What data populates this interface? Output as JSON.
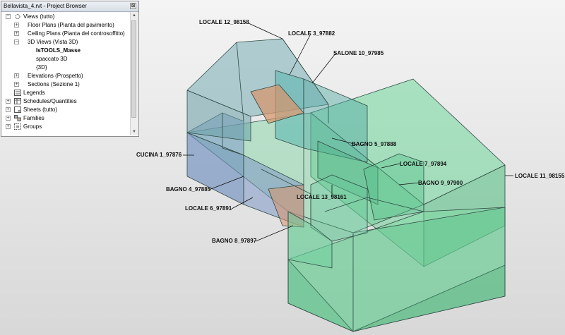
{
  "browser": {
    "title": "Bellavista_4.rvt - Project Browser",
    "close_glyph": "⊠",
    "tree": [
      {
        "label": "Views (tutto)",
        "expander": "−",
        "icon": "views-icon"
      },
      {
        "label": "Floor Plans (Pianta del pavimento)",
        "expander": "+"
      },
      {
        "label": "Ceiling Plans (Pianta del controsoffitto)",
        "expander": "+"
      },
      {
        "label": "3D Views (Vista 3D)",
        "expander": "−"
      },
      {
        "label": "IsTOOLS_Masse",
        "bold": true
      },
      {
        "label": "spaccato 3D"
      },
      {
        "label": "{3D}"
      },
      {
        "label": "Elevations (Prospetto)",
        "expander": "+"
      },
      {
        "label": "Sections (Sezione 1)",
        "expander": "+"
      },
      {
        "label": "Legends",
        "icon": "legend-icon"
      },
      {
        "label": "Schedules/Quantities",
        "expander": "+",
        "icon": "schedule-icon"
      },
      {
        "label": "Sheets (tutto)",
        "expander": "+",
        "icon": "sheet-icon"
      },
      {
        "label": "Families",
        "expander": "+",
        "icon": "families-icon"
      },
      {
        "label": "Groups",
        "expander": "+",
        "icon": "groups-icon"
      }
    ]
  },
  "rooms": [
    {
      "label": "LOCALE 12_98158"
    },
    {
      "label": "LOCALE 3_97882"
    },
    {
      "label": "SALONE 10_97985"
    },
    {
      "label": "BAGNO 5_97888"
    },
    {
      "label": "LOCALE 7_97894"
    },
    {
      "label": "LOCALE 11_98155"
    },
    {
      "label": "BAGNO 9_97900"
    },
    {
      "label": "CUCINA 1_97876"
    },
    {
      "label": "BAGNO 4_97885"
    },
    {
      "label": "LOCALE 13_98161"
    },
    {
      "label": "LOCALE 6_97891"
    },
    {
      "label": "BAGNO 8_97897"
    }
  ],
  "colors": {
    "mass_green": "#55cc88",
    "mass_blue": "#6f8fbf",
    "mass_teal": "#5fa4a4",
    "mass_orange": "#d8936a",
    "edge": "#2f4a44"
  }
}
